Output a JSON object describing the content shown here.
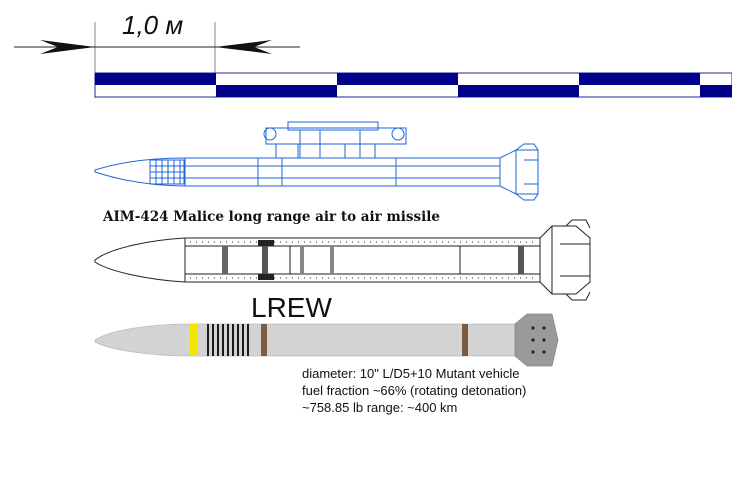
{
  "scale": {
    "label": "1,0 м",
    "dark_color": "#00008b"
  },
  "missiles": {
    "top": {
      "line_color": "#1e66d8"
    },
    "middle": {
      "title": "AIM-424 Malice long range air to air missile",
      "line_color": "#222222"
    },
    "bottom": {
      "label": "LREW",
      "body_color": "#d3d3d3",
      "band_color": "#f5e300",
      "ring_color": "#7a5a40",
      "stripe_color": "#1a1a1a",
      "specs": [
        "diameter: 10\" L/D5+10 Mutant vehicle",
        "fuel fraction ~66%  (rotating detonation)",
        "~758.85 lb  range: ~400 km"
      ]
    }
  }
}
